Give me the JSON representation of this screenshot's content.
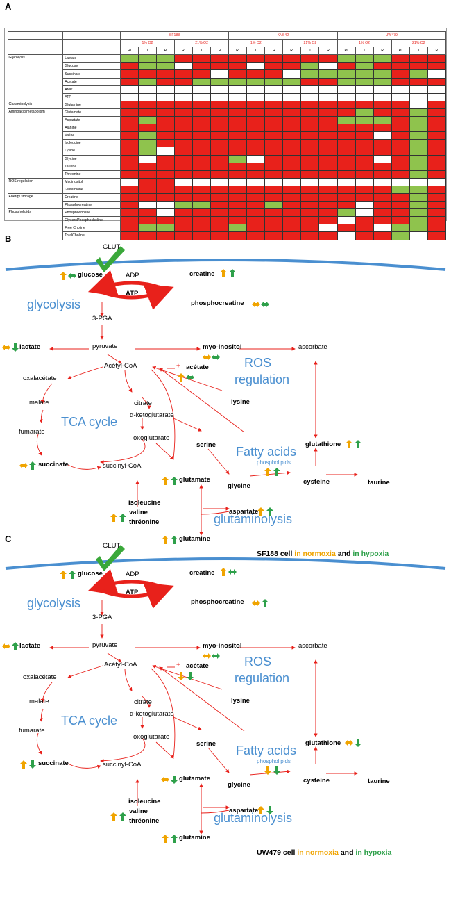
{
  "panels": {
    "a": "A",
    "b": "B",
    "c": "C"
  },
  "colors": {
    "red": "#e8211b",
    "green": "#8fc34d",
    "white": "#ffffff",
    "membrane": "#4a8fd0",
    "arrow": "#e8211b",
    "normoxia": "#f0a400",
    "hypoxia": "#2ea04a"
  },
  "heatmap": {
    "cell_lines": [
      "SF188",
      "KNS42",
      "UW479"
    ],
    "oxygen": [
      "1% O2",
      "21% O2",
      "1% O2",
      "21% O2",
      "1% O2",
      "21% O2"
    ],
    "subcols": [
      "RI",
      "I",
      "R",
      "RI",
      "I",
      "R",
      "RI",
      "I",
      "R",
      "RI",
      "I",
      "R",
      "RI",
      "I",
      "R",
      "RI",
      "I",
      "R"
    ],
    "rows": [
      {
        "category": "Glycolysis",
        "span": 6,
        "metabolite": "Lactate",
        "cells": "GGGRRRRRRRRRGGGRRR"
      },
      {
        "category": "",
        "span": 0,
        "metabolite": "Glucose",
        "cells": "RGGWRRRWRRGWRGRRRR"
      },
      {
        "category": "",
        "span": 0,
        "metabolite": "Succinate",
        "cells": "RRRRRWRRRWGGGGGRGW"
      },
      {
        "category": "",
        "span": 0,
        "metabolite": "Acetate",
        "cells": "RGRRGGGGGGRRGGGRRR"
      },
      {
        "category": "",
        "span": 0,
        "metabolite": "AMP",
        "cells": "WWWWWWWWWWWWWWWWWW"
      },
      {
        "category": "",
        "span": 0,
        "metabolite": "ATP",
        "cells": "WWWWWWWWWWWWWWWWWW"
      },
      {
        "category": "Glutaminolysis",
        "span": 1,
        "metabolite": "Glutamine",
        "cells": "RRRRRRRRRRRRRRRRWR"
      },
      {
        "category": "Aminoacid metabolism",
        "span": 9,
        "metabolite": "Glutamate",
        "cells": "RRRRRRRRRRRRRGRRGR"
      },
      {
        "category": "",
        "span": 0,
        "metabolite": "Aspartate",
        "cells": "RGRRRRRRRRRRGGGRGR"
      },
      {
        "category": "",
        "span": 0,
        "metabolite": "Alanine",
        "cells": "RRRRRRRRRRRRRRRRGR"
      },
      {
        "category": "",
        "span": 0,
        "metabolite": "Valine",
        "cells": "RGRRRRRRRRRRRRWRGR"
      },
      {
        "category": "",
        "span": 0,
        "metabolite": "Isoleucine",
        "cells": "RGRRRRRRRRRRRRRRGR"
      },
      {
        "category": "",
        "span": 0,
        "metabolite": "Lysine",
        "cells": "RGWRRRRRRRRRRRRRGR"
      },
      {
        "category": "",
        "span": 0,
        "metabolite": "Glycine",
        "cells": "RWRRRRGWRRRRRRWRGR"
      },
      {
        "category": "",
        "span": 0,
        "metabolite": "Taurine",
        "cells": "RRRRRRRRRRRRRRRRGR"
      },
      {
        "category": "",
        "span": 0,
        "metabolite": "Threonine",
        "cells": "RRRRRRRRRRRRRRRRGR"
      },
      {
        "category": "ROS regulation",
        "span": 2,
        "metabolite": "Myoinositol",
        "cells": "WRRWWWWWWWWWWWWWWW"
      },
      {
        "category": "",
        "span": 0,
        "metabolite": "Glutathione",
        "cells": "RRRRRRRRRRRRRRRGGR"
      },
      {
        "category": "Energy storage",
        "span": 2,
        "metabolite": "Creatine",
        "cells": "RRRRRRRRRRRRRRRRGR"
      },
      {
        "category": "",
        "span": 0,
        "metabolite": "Phosphocreatine",
        "cells": "RWWGGRRRGRRRRWRRGR"
      },
      {
        "category": "Phospholipids",
        "span": 5,
        "metabolite": "Phosphocholine",
        "cells": "RRWRRRRRRRRRGWRRGR"
      },
      {
        "category": "",
        "span": 0,
        "metabolite": "GlyceroPhosphocholine",
        "cells": "RRRRRRRRRRRRWRRRGR"
      },
      {
        "category": "",
        "span": 0,
        "metabolite": "Free Choline",
        "cells": "RGGRRRGRRRRWRRWGGR"
      },
      {
        "category": "",
        "span": 0,
        "metabolite": "TotalCholine",
        "cells": "RRRRRRRRRRRRWRRGWR"
      }
    ]
  },
  "diagram_b": {
    "glut": "GLUT",
    "glucose": "glucose",
    "adp": "ADP",
    "atp": "ATP",
    "creatine": "creatine",
    "phosphocreatine": "phosphocreatine",
    "glycolysis": "glycolysis",
    "pga": "3-PGA",
    "lactate": "lactate",
    "pyruvate": "pyruvate",
    "myoinositol": "myo-inositol",
    "ascorbate": "ascorbate",
    "acetylcoa": "Acétyl-CoA",
    "acetate": "acétate",
    "oxalacetate": "oxalacétate",
    "ros": "ROS",
    "regulation": "regulation",
    "malate": "malate",
    "citrate": "citrate",
    "lysine": "lysine",
    "tca": "TCA cycle",
    "akg": "α-ketoglutarate",
    "fumarate": "fumarate",
    "oxoglutarate": "oxoglutarate",
    "serine": "serine",
    "fattyacids": "Fatty acids",
    "glutathione": "glutathione",
    "phospholipids": "phospholipids",
    "succinate": "succinate",
    "succinylcoa": "succinyl-CoA",
    "glutamate": "glutamate",
    "glycine": "glycine",
    "cysteine": "cysteine",
    "taurine": "taurine",
    "isoleucine": "isoleucine",
    "valine": "valine",
    "threonine": "thréonine",
    "aspartate": "aspartate",
    "glutaminolysis": "glutaminolysis",
    "glutamine": "glutamine",
    "caption_cell": "SF188 cell",
    "caption_normoxia": "in normoxia",
    "caption_and": "and",
    "caption_hypoxia": "in hypoxia",
    "indicators": {
      "glucose": [
        "up",
        "lr"
      ],
      "creatine": [
        "up",
        "up"
      ],
      "phosphocreatine": [
        "lr",
        "lr"
      ],
      "lactate": [
        "lr",
        "down"
      ],
      "myoinositol": [
        "lr",
        "lr"
      ],
      "acetate": [
        "up",
        "lr"
      ],
      "succinate": [
        "lr",
        "up"
      ],
      "glutamate": [
        "up",
        "up"
      ],
      "glutathione": [
        "up",
        "up"
      ],
      "phospholipids": [
        "up",
        "up"
      ],
      "isoleucine": [
        "up",
        "up"
      ],
      "aspartate": [
        "up",
        "up"
      ],
      "glutamine": [
        "up",
        "up"
      ]
    }
  },
  "diagram_c": {
    "glut": "GLUT",
    "glucose": "glucose",
    "adp": "ADP",
    "atp": "ATP",
    "creatine": "creatine",
    "phosphocreatine": "phosphocreatine",
    "glycolysis": "glycolysis",
    "pga": "3-PGA",
    "lactate": "lactate",
    "pyruvate": "pyruvate",
    "myoinositol": "myo-inositol",
    "ascorbate": "ascorbate",
    "acetylcoa": "Acétyl-CoA",
    "acetate": "acétate",
    "oxalacetate": "oxalacétate",
    "ros": "ROS",
    "regulation": "regulation",
    "malate": "malate",
    "citrate": "citrate",
    "lysine": "lysine",
    "tca": "TCA cycle",
    "akg": "α-ketoglutarate",
    "fumarate": "fumarate",
    "oxoglutarate": "oxoglutarate",
    "serine": "serine",
    "fattyacids": "Fatty acids",
    "glutathione": "glutathione",
    "phospholipids": "phospholipids",
    "succinate": "succinate",
    "succinylcoa": "succinyl-CoA",
    "glutamate": "glutamate",
    "glycine": "glycine",
    "cysteine": "cysteine",
    "taurine": "taurine",
    "isoleucine": "isoleucine",
    "valine": "valine",
    "threonine": "thréonine",
    "aspartate": "aspartate",
    "glutaminolysis": "glutaminolysis",
    "glutamine": "glutamine",
    "caption_cell": "UW479 cell",
    "caption_normoxia": "in normoxia",
    "caption_and": "and",
    "caption_hypoxia": "in hypoxia",
    "indicators": {
      "glucose": [
        "up",
        "up"
      ],
      "creatine": [
        "up",
        "lr"
      ],
      "phosphocreatine": [
        "lr",
        "up"
      ],
      "lactate": [
        "lr",
        "up"
      ],
      "myoinositol": [
        "lr",
        "lr"
      ],
      "acetate": [
        "down",
        "down"
      ],
      "succinate": [
        "up",
        "down"
      ],
      "glutamate": [
        "lr",
        "down"
      ],
      "glutathione": [
        "lr",
        "down"
      ],
      "phospholipids": [
        "down",
        "down"
      ],
      "isoleucine": [
        "up",
        "up"
      ],
      "aspartate": [
        "up",
        "down"
      ],
      "glutamine": [
        "up",
        "up"
      ]
    }
  }
}
